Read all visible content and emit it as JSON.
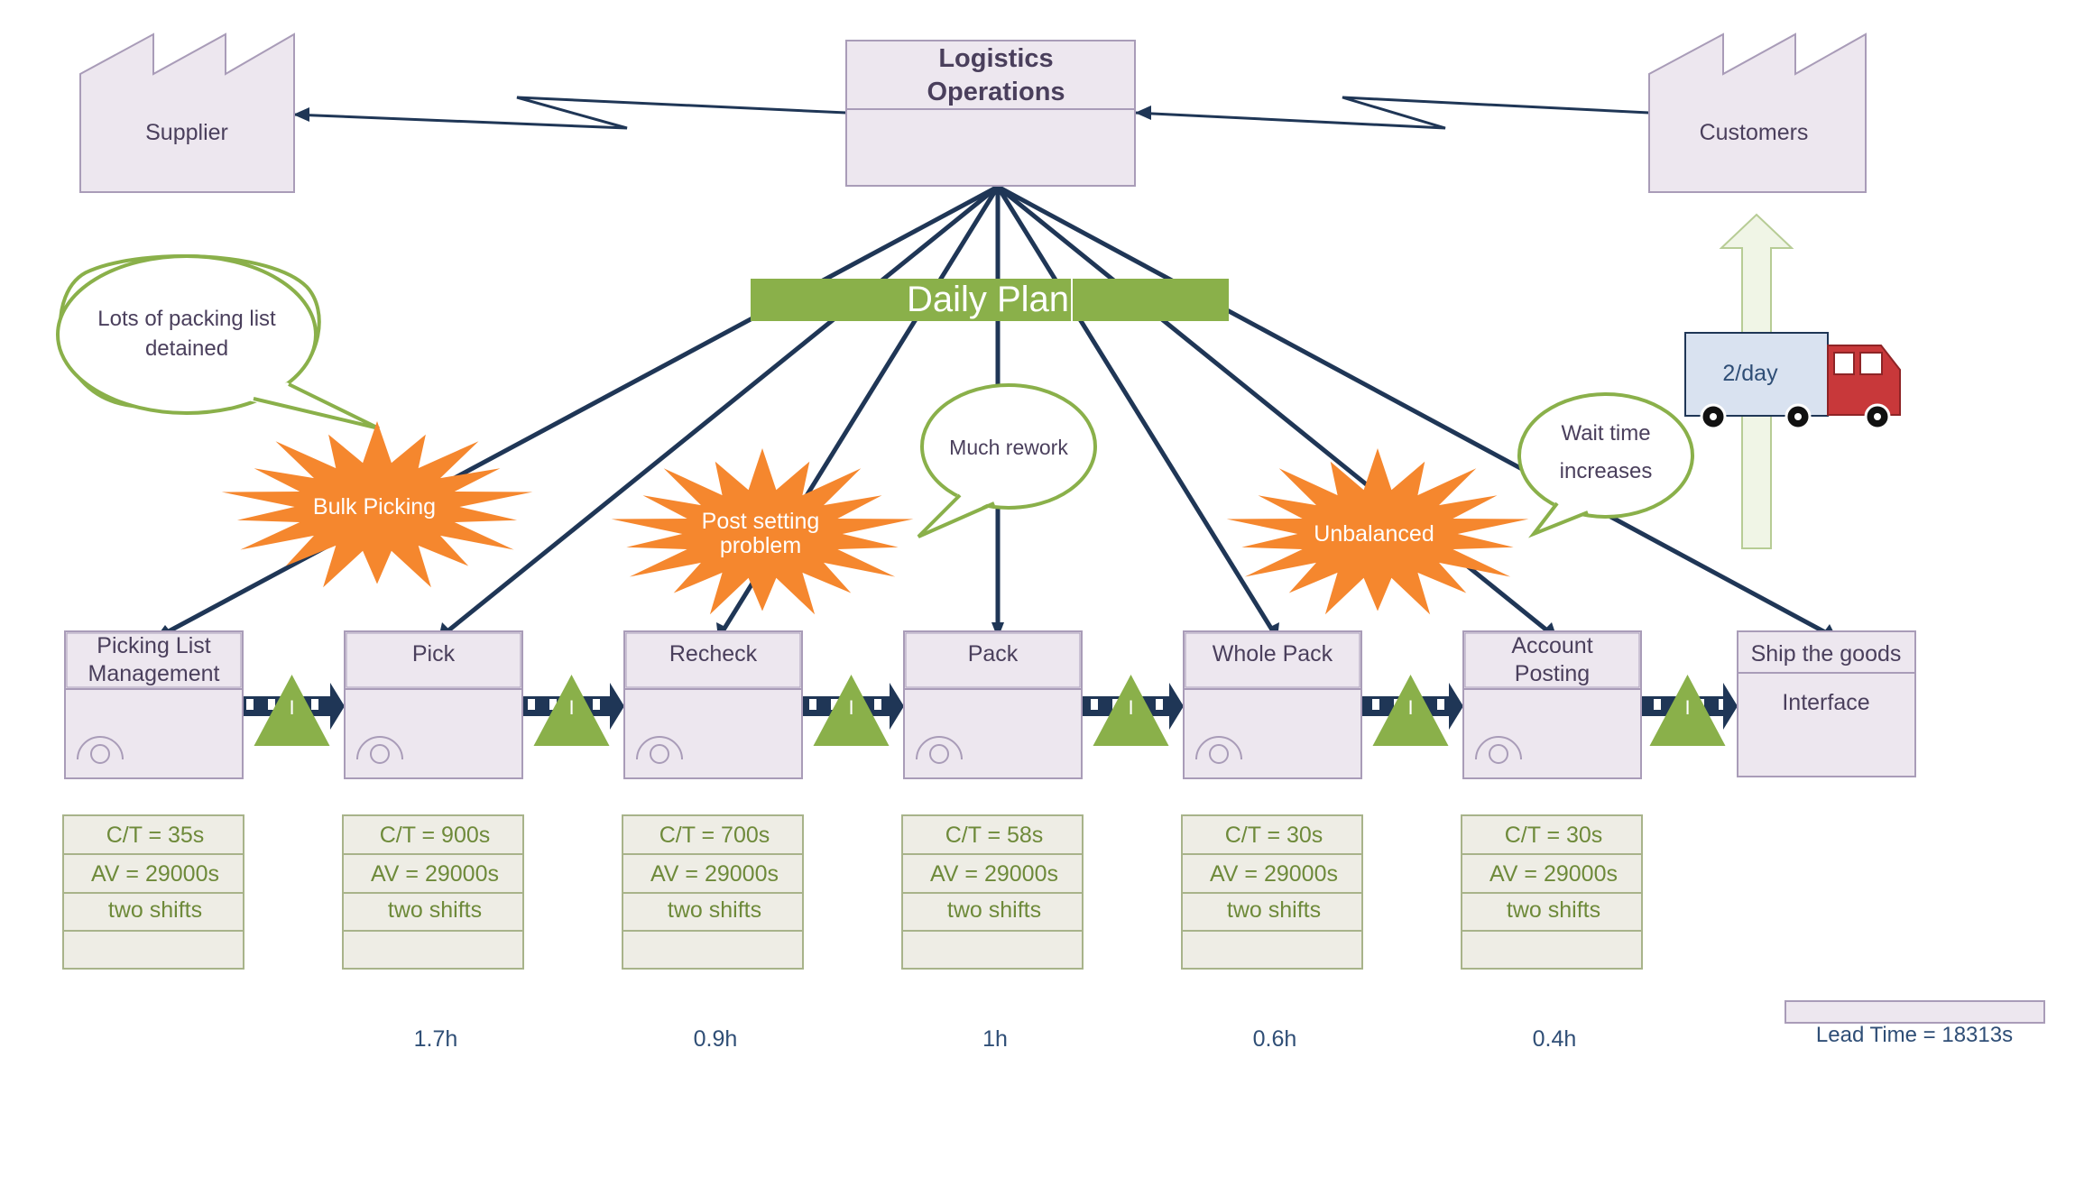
{
  "colors": {
    "box_fill": "#EDE7EF",
    "box_stroke": "#A99CB8",
    "text_dark": "#4A3F5C",
    "line_dark": "#1F3656",
    "green": "#8AB04A",
    "green_text": "#6E8A3A",
    "data_fill": "#EEEDE5",
    "data_stroke": "#A8B38A",
    "burst": "#F5872E",
    "leadtime_text": "#2F4E76",
    "truck_red": "#C8383A",
    "truck_blue": "#D9E2F0"
  },
  "control": {
    "title": "Logistics\nOperations"
  },
  "supplier": {
    "label": "Supplier"
  },
  "customer": {
    "label": "Customers"
  },
  "daily_plan": {
    "label": "Daily Plan"
  },
  "truck": {
    "label": "2/day"
  },
  "callouts": {
    "packing_list": "Lots of packing list\ndetained",
    "much_rework": "Much rework",
    "wait_time": "Wait time\nincreases"
  },
  "bursts": {
    "bulk_picking": "Bulk Picking",
    "post_setting": "Post setting\nproblem",
    "unbalanced": "Unbalanced"
  },
  "inventory_icon": {
    "label": "I"
  },
  "processes": [
    {
      "name": "Picking List\nManagement",
      "ct": "C/T = 35s",
      "av": "AV = 29000s",
      "shift": "two shifts"
    },
    {
      "name": "Pick",
      "ct": "C/T = 900s",
      "av": "AV = 29000s",
      "shift": "two shifts"
    },
    {
      "name": "Recheck",
      "ct": "C/T = 700s",
      "av": "AV = 29000s",
      "shift": "two shifts"
    },
    {
      "name": "Pack",
      "ct": "C/T = 58s",
      "av": "AV = 29000s",
      "shift": "two shifts"
    },
    {
      "name": "Whole Pack",
      "ct": "C/T = 30s",
      "av": "AV = 29000s",
      "shift": "two shifts"
    },
    {
      "name": "Account\nPosting",
      "ct": "C/T = 30s",
      "av": "AV = 29000s",
      "shift": "two shifts"
    }
  ],
  "ship": {
    "name": "Ship the goods",
    "sub": "Interface"
  },
  "timeline": [
    "1.7h",
    "0.9h",
    "1h",
    "0.6h",
    "0.4h"
  ],
  "lead_time": "Lead Time = 18313s"
}
